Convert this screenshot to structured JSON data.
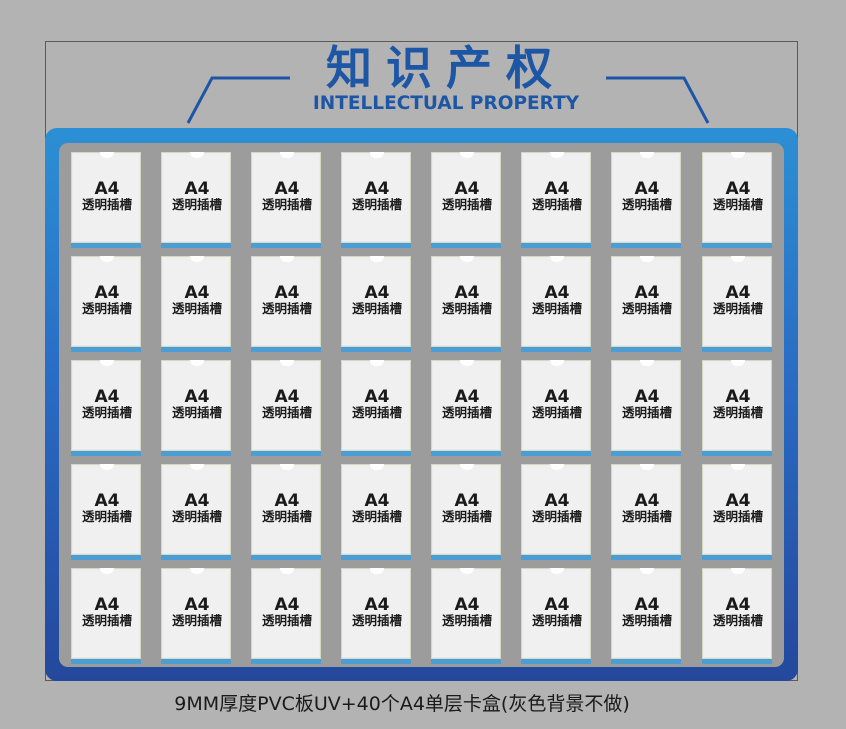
{
  "title": {
    "chinese": "知识产权",
    "english": "INTELLECTUAL PROPERTY"
  },
  "slot": {
    "size": "A4",
    "description": "透明插槽"
  },
  "grid": {
    "rows": 5,
    "columns": 8
  },
  "caption": "9MM厚度PVC板UV+40个A4单层卡盒(灰色背景不做)",
  "colors": {
    "background": "#b3b3b3",
    "title_blue": "#1e56a6",
    "panel_gradient_top": "#2c8fd4",
    "panel_gradient_bottom": "#24489c",
    "inner_panel": "#9c9c9c",
    "slot_base": "#4a9ed4"
  }
}
